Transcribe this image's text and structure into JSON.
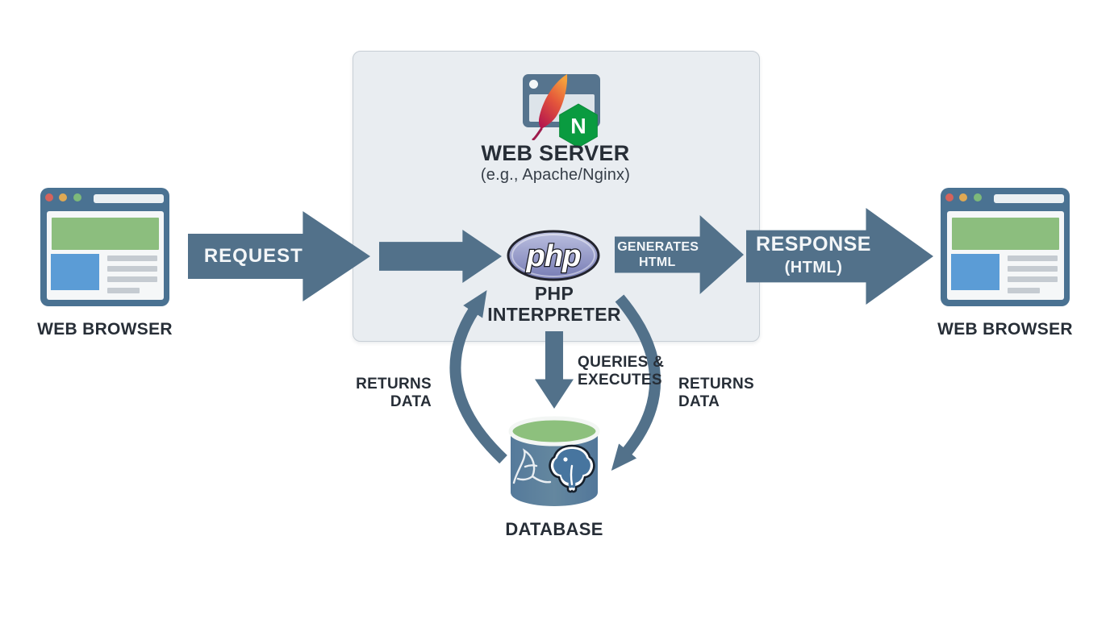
{
  "colors": {
    "arrow_slate": "#52718a",
    "panel_fill": "#e9edf1",
    "panel_border": "#c7ced5",
    "text_dark": "#272e37",
    "browser_frame": "#4a7292",
    "banner_green": "#8cbe7e",
    "image_blue": "#5b9cd6",
    "php_purple": "#8187bb",
    "nginx_green": "#0a9b40",
    "apache_orange": "#f6a13c",
    "apache_crimson": "#b5174e",
    "db_body_blue": "#5b7f9e",
    "db_top_green": "#8dc07d"
  },
  "left_browser": {
    "label": "WEB BROWSER"
  },
  "right_browser": {
    "label": "WEB BROWSER"
  },
  "server_panel": {
    "title": "WEB SERVER",
    "subtitle": "(e.g., Apache/Nginx)",
    "nginx_letter": "N"
  },
  "php": {
    "logo_text": "php",
    "label_line1": "PHP",
    "label_line2": "INTERPRETER"
  },
  "flow": {
    "request_label": "REQUEST",
    "generates_line1": "GENERATES",
    "generates_line2": "HTML",
    "response_line1": "RESPONSE",
    "response_line2": "(HTML)",
    "queries_line1": "QUERIES &",
    "queries_line2": "EXECUTES",
    "returns_left_line1": "RETURNS",
    "returns_left_line2": "DATA",
    "returns_right_line1": "RETURNS",
    "returns_right_line2": "DATA"
  },
  "database": {
    "label": "DATABASE"
  }
}
